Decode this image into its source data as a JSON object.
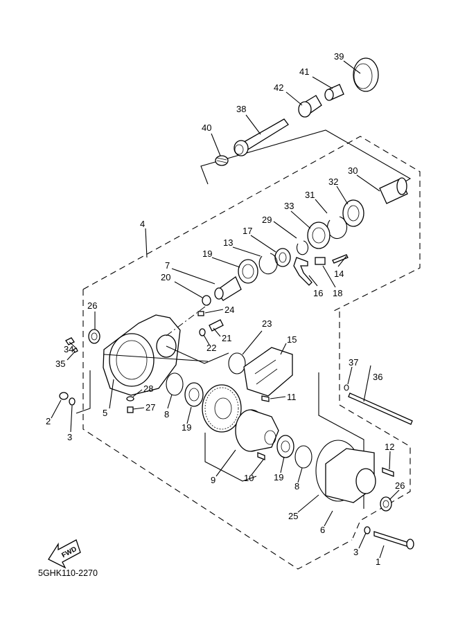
{
  "diagram": {
    "code": "5GHK110-2270",
    "direction_label": "FWD",
    "callouts": {
      "p1": "1",
      "p2": "2",
      "p3a": "3",
      "p3b": "3",
      "p4": "4",
      "p5": "5",
      "p6": "6",
      "p7": "7",
      "p8a": "8",
      "p8b": "8",
      "p9": "9",
      "p10": "10",
      "p11": "11",
      "p12": "12",
      "p13": "13",
      "p14": "14",
      "p15": "15",
      "p16": "16",
      "p17": "17",
      "p18": "18",
      "p19a": "19",
      "p19b": "19",
      "p19c": "19",
      "p20": "20",
      "p21": "21",
      "p22": "22",
      "p23": "23",
      "p24": "24",
      "p25": "25",
      "p26a": "26",
      "p26b": "26",
      "p27": "27",
      "p28": "28",
      "p29": "29",
      "p30": "30",
      "p31": "31",
      "p32": "32",
      "p33": "33",
      "p34": "34",
      "p35": "35",
      "p36": "36",
      "p37": "37",
      "p38": "38",
      "p39": "39",
      "p40": "40",
      "p41": "41",
      "p42": "42"
    }
  }
}
